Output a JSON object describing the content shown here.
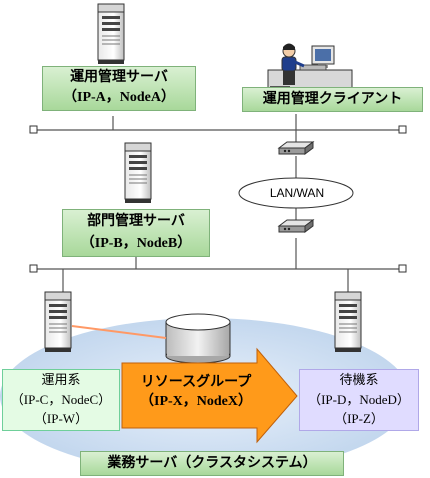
{
  "colors": {
    "line": "#555555",
    "green_top": "#d9f0d2",
    "green_bottom": "#a8d89a",
    "active_box_bg": "#e4fbe4",
    "active_box_border": "#6fcf9a",
    "standby_box_bg": "#e0dcff",
    "standby_box_border": "#b0a8e8",
    "arrow_fill": "#ff9a1a",
    "arrow_stroke": "#c0600a",
    "cluster_fill": "#cfe0f3",
    "connector": "#ff9966"
  },
  "mgmt_server": {
    "line1": "運用管理サーバ",
    "line2": "（IP-A，NodeA）",
    "icon": "server-tower-icon"
  },
  "mgmt_client": {
    "label": "運用管理クライアント",
    "icon": "operator-workstation-icon"
  },
  "network": {
    "label": "LAN/WAN",
    "router_icon": "router-icon"
  },
  "dept_server": {
    "line1": "部門管理サーバ",
    "line2": "（IP-B，NodeB）",
    "icon": "server-tower-icon"
  },
  "active_node": {
    "line1": "運用系",
    "line2": "（IP-C，NodeC）",
    "line3": "（IP-W）",
    "icon": "server-tower-icon"
  },
  "standby_node": {
    "line1": "待機系",
    "line2": "（IP-D，NodeD）",
    "line3": "（IP-Z）",
    "icon": "server-tower-icon"
  },
  "resource_group": {
    "line1": "リソースグループ",
    "line2": "（IP-X，NodeX）"
  },
  "shared_disk": {
    "icon": "shared-disk-icon"
  },
  "cluster": {
    "label": "業務サーバ（クラスタシステム）"
  }
}
